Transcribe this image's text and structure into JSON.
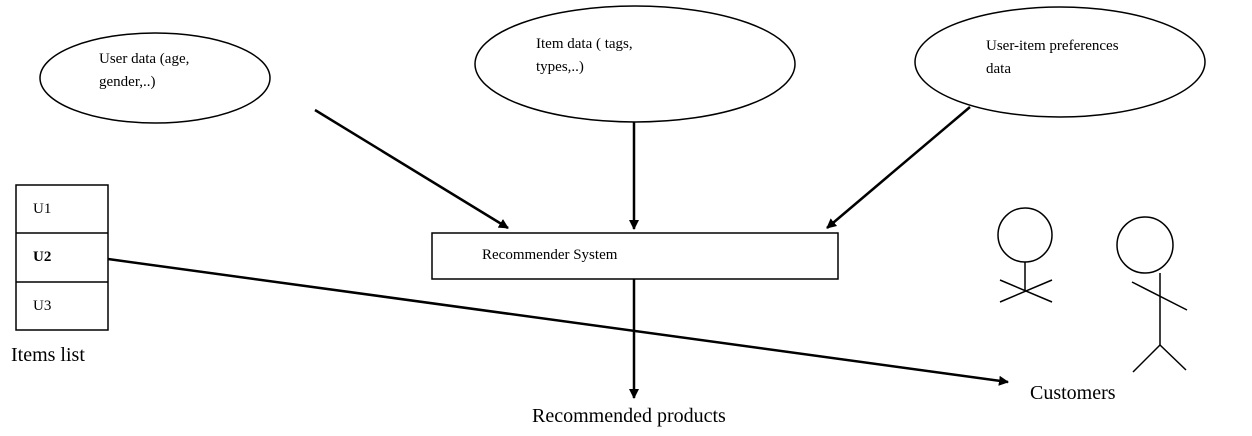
{
  "nodes": {
    "user_data": "User data (age, gender,..)",
    "item_data": "Item data ( tags, types,..)",
    "user_item_data": "User-item preferences data",
    "recommender": "Recommender System"
  },
  "items_list": {
    "rows": [
      "U1",
      "U2",
      "U3"
    ],
    "label": "Items list"
  },
  "outputs": {
    "recommended": "Recommended products",
    "customers": "Customers"
  }
}
